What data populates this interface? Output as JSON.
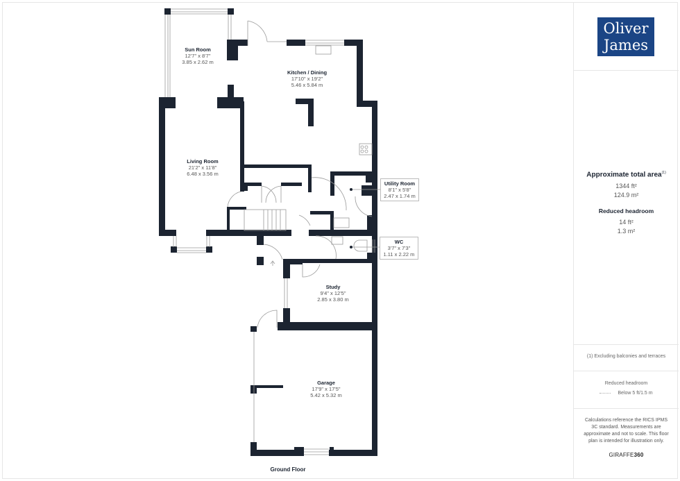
{
  "brand": {
    "line1": "Oliver",
    "line2": "James",
    "color": "#1b4585"
  },
  "floor_label": "Ground Floor",
  "rooms": [
    {
      "name": "Sun Room",
      "imperial": "12'7\" x 8'7\"",
      "metric": "3.85 x 2.62 m"
    },
    {
      "name": "Kitchen / Dining",
      "imperial": "17'10\" x 19'2\"",
      "metric": "5.46 x 5.84 m"
    },
    {
      "name": "Living Room",
      "imperial": "21'2\" x 11'8\"",
      "metric": "6.48 x 3.56 m"
    },
    {
      "name": "Utility Room",
      "imperial": "8'1\" x 5'8\"",
      "metric": "2.47 x 1.74 m"
    },
    {
      "name": "WC",
      "imperial": "3'7\" x 7'3\"",
      "metric": "1.11 x 2.22 m"
    },
    {
      "name": "Study",
      "imperial": "9'4\" x 12'5\"",
      "metric": "2.85 x 3.80 m"
    },
    {
      "name": "Garage",
      "imperial": "17'9\" x 17'5\"",
      "metric": "5.42 x 5.32 m"
    }
  ],
  "summary": {
    "title": "Approximate total area",
    "footnote_marker": "(1)",
    "total_sqft": "1344 ft²",
    "total_sqm": "124.9 m²",
    "reduced_title": "Reduced headroom",
    "reduced_sqft": "14 ft²",
    "reduced_sqm": "1.3 m²"
  },
  "footnote": "(1) Excluding balconies and terraces",
  "legend": {
    "title": "Reduced headroom",
    "item": "Below 5 ft/1.5 m"
  },
  "disclaimer": "Calculations reference the RICS IPMS 3C standard. Measurements are approximate and not to scale. This floor plan is intended for illustration only.",
  "credit": {
    "prefix": "GIRAFFE",
    "suffix": "360"
  },
  "colors": {
    "wall": "#1c2431",
    "window": "#9a9a9a",
    "text": "#1c2431"
  }
}
